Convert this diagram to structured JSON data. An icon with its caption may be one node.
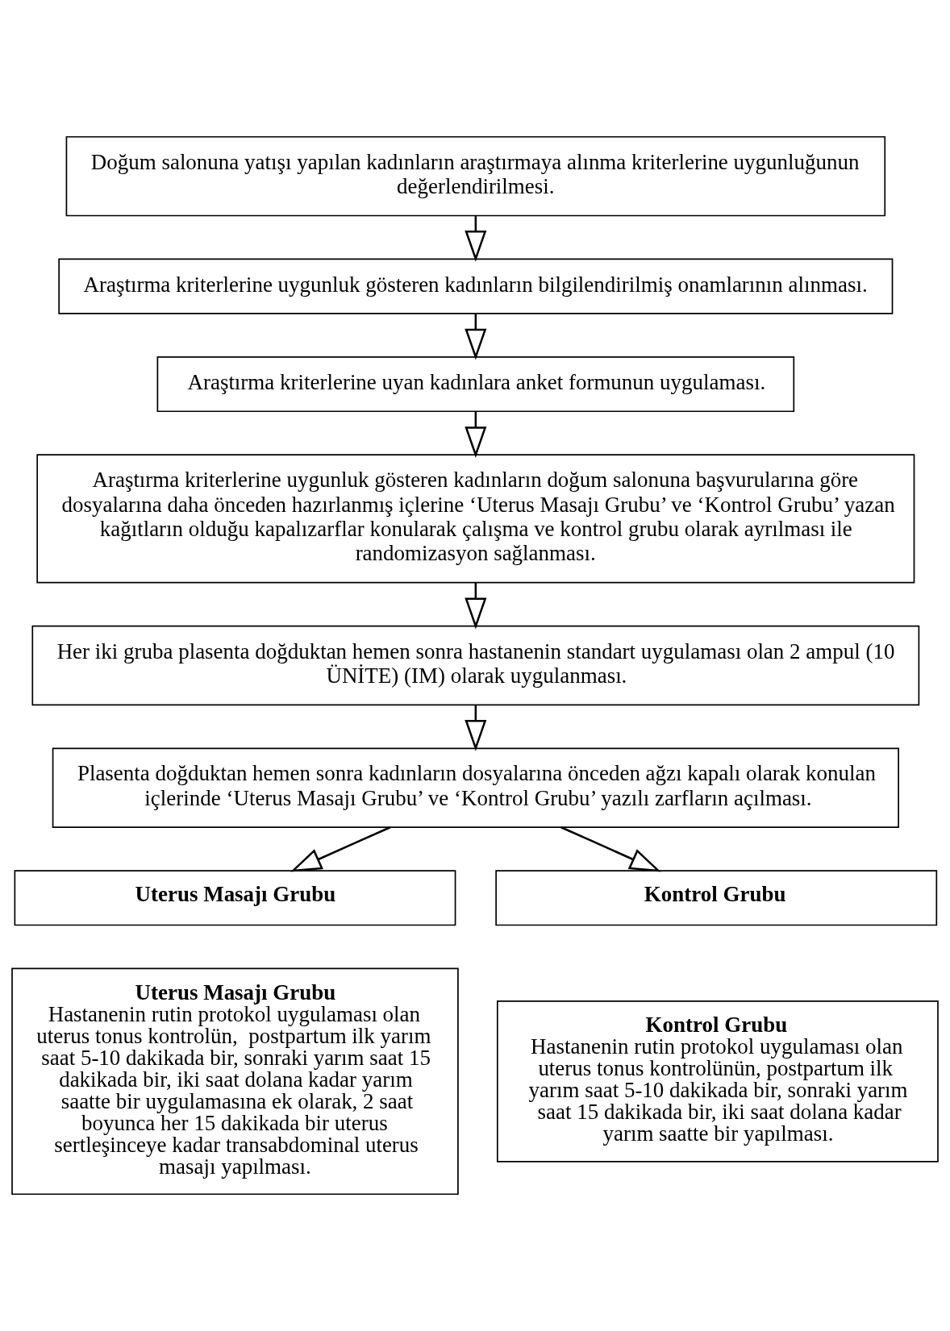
{
  "diagram": {
    "nodes": [
      {
        "text": [
          "Doğum salonuna yatışı yapılan kadınların araştırmaya alınma kriterlerine uygunluğunun değerlendirilmesi."
        ]
      },
      {
        "text": [
          "Araştırma kriterlerine uygunluk gösteren kadınların bilgilendirilmiş onamlarının alınması."
        ]
      },
      {
        "text": [
          "Araştırma kriterlerine uyan kadınlara anket formunun uygulaması."
        ]
      },
      {
        "text": [
          "Araştırma kriterlerine uygunluk gösteren kadınların doğum salonuna başvurularına göre dosyalarına daha önceden hazırlanmış içlerine ‘Uterus Masajı Grubu’ ve ‘Kontrol Grubu’ yazan  kağıtların olduğu kapalızarflar konularak çalışma ve kontrol grubu olarak ayrılması ile randomizasyon sağlanması."
        ]
      },
      {
        "text": [
          "Her iki gruba plasenta doğduktan hemen sonra hastanenin standart uygulaması olan 2 ampul (10 ÜNİTE) (IM) olarak uygulanması."
        ]
      },
      {
        "text": [
          "Plasenta doğduktan hemen sonra kadınların dosyalarına önceden ağzı kapalı olarak konulan içlerinde ‘Uterus Masajı Grubu’ ve ‘Kontrol Grubu’ yazılı zarfların açılması."
        ]
      },
      {
        "text": [
          "Uterus Masajı Grubu"
        ]
      },
      {
        "text": [
          "Kontrol Grubu"
        ]
      },
      {
        "text": [
          "Uterus Masajı Grubu",
          "Hastanenin rutin protokol uygulaması olan uterus tonus kontrolün,  postpartum ilk yarım saat 5-10 dakikada bir, sonraki yarım saat 15 dakikada bir, iki saat dolana kadar yarım saatte bir uygulamasına ek olarak, 2 saat boyunca her 15 dakikada bir uterus sertleşinceye kadar transabdominal uterus masajı yapılması."
        ]
      },
      {
        "text": [
          "Kontrol Grubu",
          "Hastanenin rutin protokol uygulaması olan uterus tonus kontrolünün, postpartum ilk yarım saat 5-10 dakikada bir, sonraki yarım saat 15 dakikada bir, iki saat dolana kadar yarım saatte bir yapılması."
        ]
      }
    ],
    "edges": [
      {
        "from": 0,
        "to": 1,
        "arrow": "to"
      },
      {
        "from": 1,
        "to": 2,
        "arrow": "to"
      },
      {
        "from": 2,
        "to": 3,
        "arrow": "to"
      },
      {
        "from": 3,
        "to": 4,
        "arrow": "to"
      },
      {
        "from": 4,
        "to": 5,
        "arrow": "to"
      },
      {
        "from": 5,
        "to": 6,
        "arrow": "to"
      },
      {
        "from": 5,
        "to": 7,
        "arrow": "to"
      }
    ]
  }
}
